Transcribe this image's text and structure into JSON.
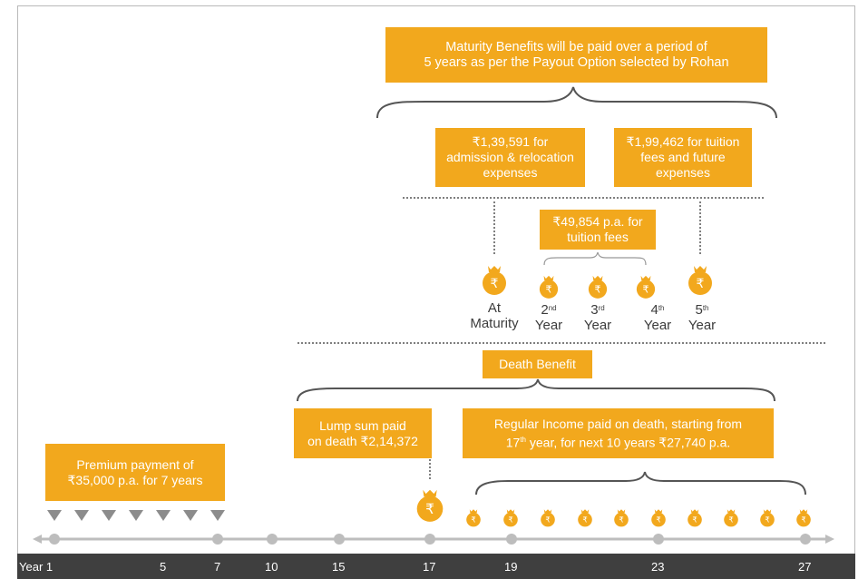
{
  "colors": {
    "accent": "#f2a81d",
    "axis_bar": "#3f3f3f",
    "timeline": "#bdbdbd",
    "premium_marker": "#8c8c8c",
    "brace": "#555555"
  },
  "boxes": {
    "maturity_header": "Maturity Benefits will be paid over a period of\n5 years as per the Payout Option selected by Rohan",
    "admission": "₹1,39,591 for\nadmission & relocation\nexpenses",
    "tuition_future": "₹1,99,462 for tuition\nfees and future\nexpenses",
    "tuition_pa": "₹49,854 p.a. for\ntuition fees",
    "death_benefit": "Death Benefit",
    "lump_sum": "Lump sum paid\non death ₹2,14,372",
    "regular_income_line1": "Regular Income paid on death, starting from",
    "regular_income_line2_pre": "17",
    "regular_income_line2_sup": "th",
    "regular_income_line2_post": " year, for next 10 years ₹27,740 p.a.",
    "premium": "Premium payment of\n₹35,000 p.a. for 7 years"
  },
  "payout_labels": {
    "at_maturity_1": "At",
    "at_maturity_2": "Maturity",
    "y2_num": "2",
    "y2_sup": "nd",
    "y3_num": "3",
    "y3_sup": "rd",
    "y4_num": "4",
    "y4_sup": "th",
    "y5_num": "5",
    "y5_sup": "th",
    "year": "Year"
  },
  "bag_icon": "money-bag-rupee-icon",
  "bag_symbol": "₹",
  "premium_marker_icon": "down-triangle-icon",
  "axis_ticks": [
    "Year 1",
    "5",
    "7",
    "10",
    "15",
    "17",
    "19",
    "23",
    "27"
  ]
}
